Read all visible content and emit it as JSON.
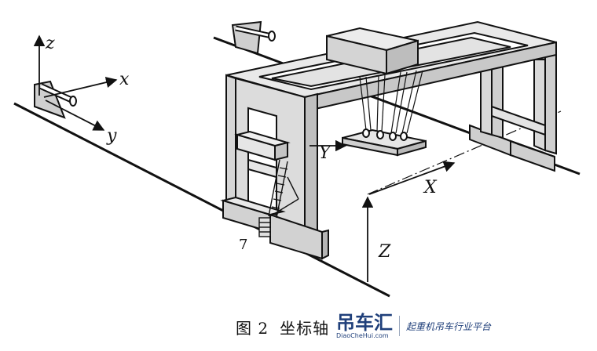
{
  "figure": {
    "labels": {
      "local_z": "z",
      "local_x": "x",
      "local_y": "y",
      "global_Y": "Y",
      "global_X": "X",
      "global_Z": "Z",
      "point_7": "7"
    },
    "caption": {
      "number": "图 2",
      "text": "坐标轴"
    }
  },
  "watermark": {
    "name": "吊车汇",
    "site": "DiaoCheHui.com",
    "tagline": "起重机吊车行业平台",
    "color": "#1f3f7a"
  }
}
